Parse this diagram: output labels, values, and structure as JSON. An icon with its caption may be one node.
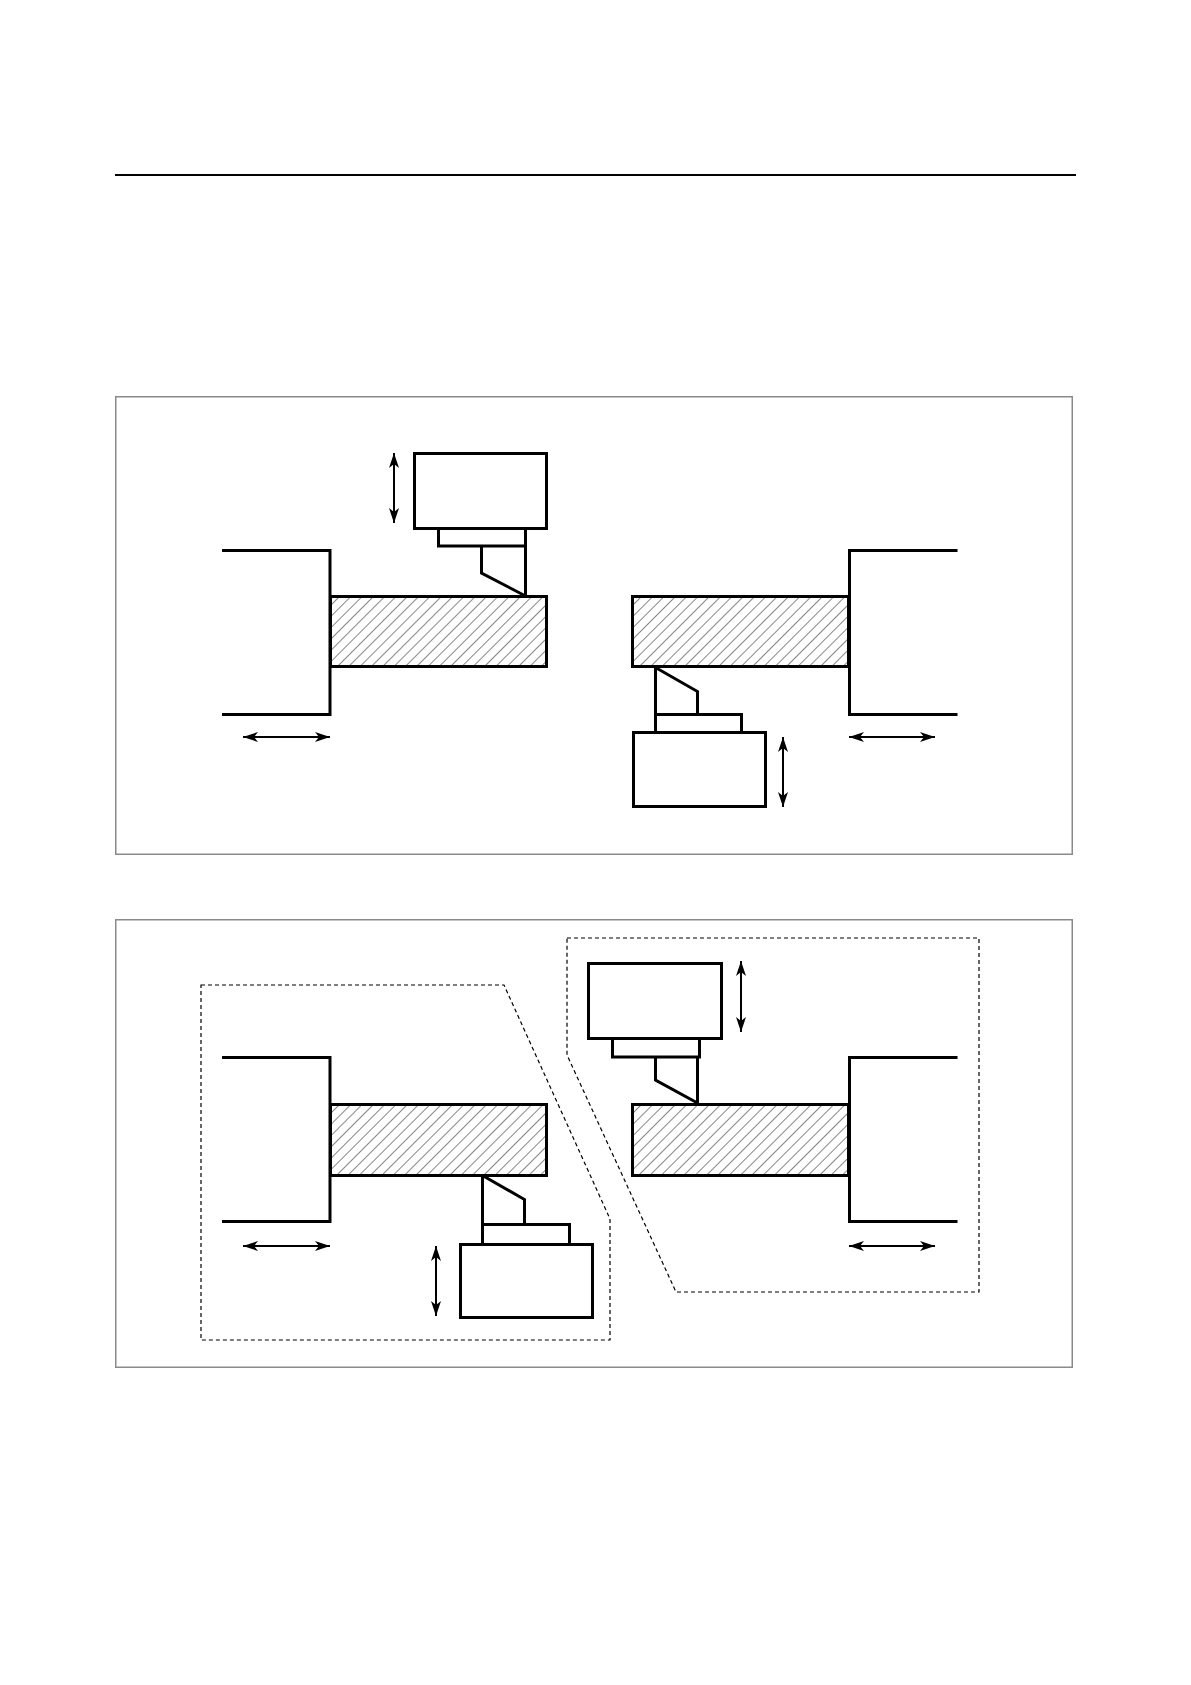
{
  "diagram": {
    "nodes": [
      {
        "text": [],
        "shape": "box"
      },
      {
        "text": [],
        "shape": "box",
        "in": 0
      },
      {
        "text": [],
        "shape": "bar",
        "in": 0
      },
      {
        "text": [],
        "shape": "bar",
        "in": 0
      },
      {
        "text": [],
        "shape": "box",
        "in": 0
      },
      {
        "text": [],
        "shape": "box"
      },
      {
        "text": [],
        "shape": "box",
        "in": 5
      },
      {
        "text": [],
        "shape": "bar",
        "in": 6
      },
      {
        "text": [],
        "shape": "box",
        "in": 6
      },
      {
        "text": [],
        "shape": "box",
        "in": 5
      },
      {
        "text": [],
        "shape": "box",
        "in": 9
      },
      {
        "text": [],
        "shape": "bar",
        "in": 9
      }
    ]
  }
}
